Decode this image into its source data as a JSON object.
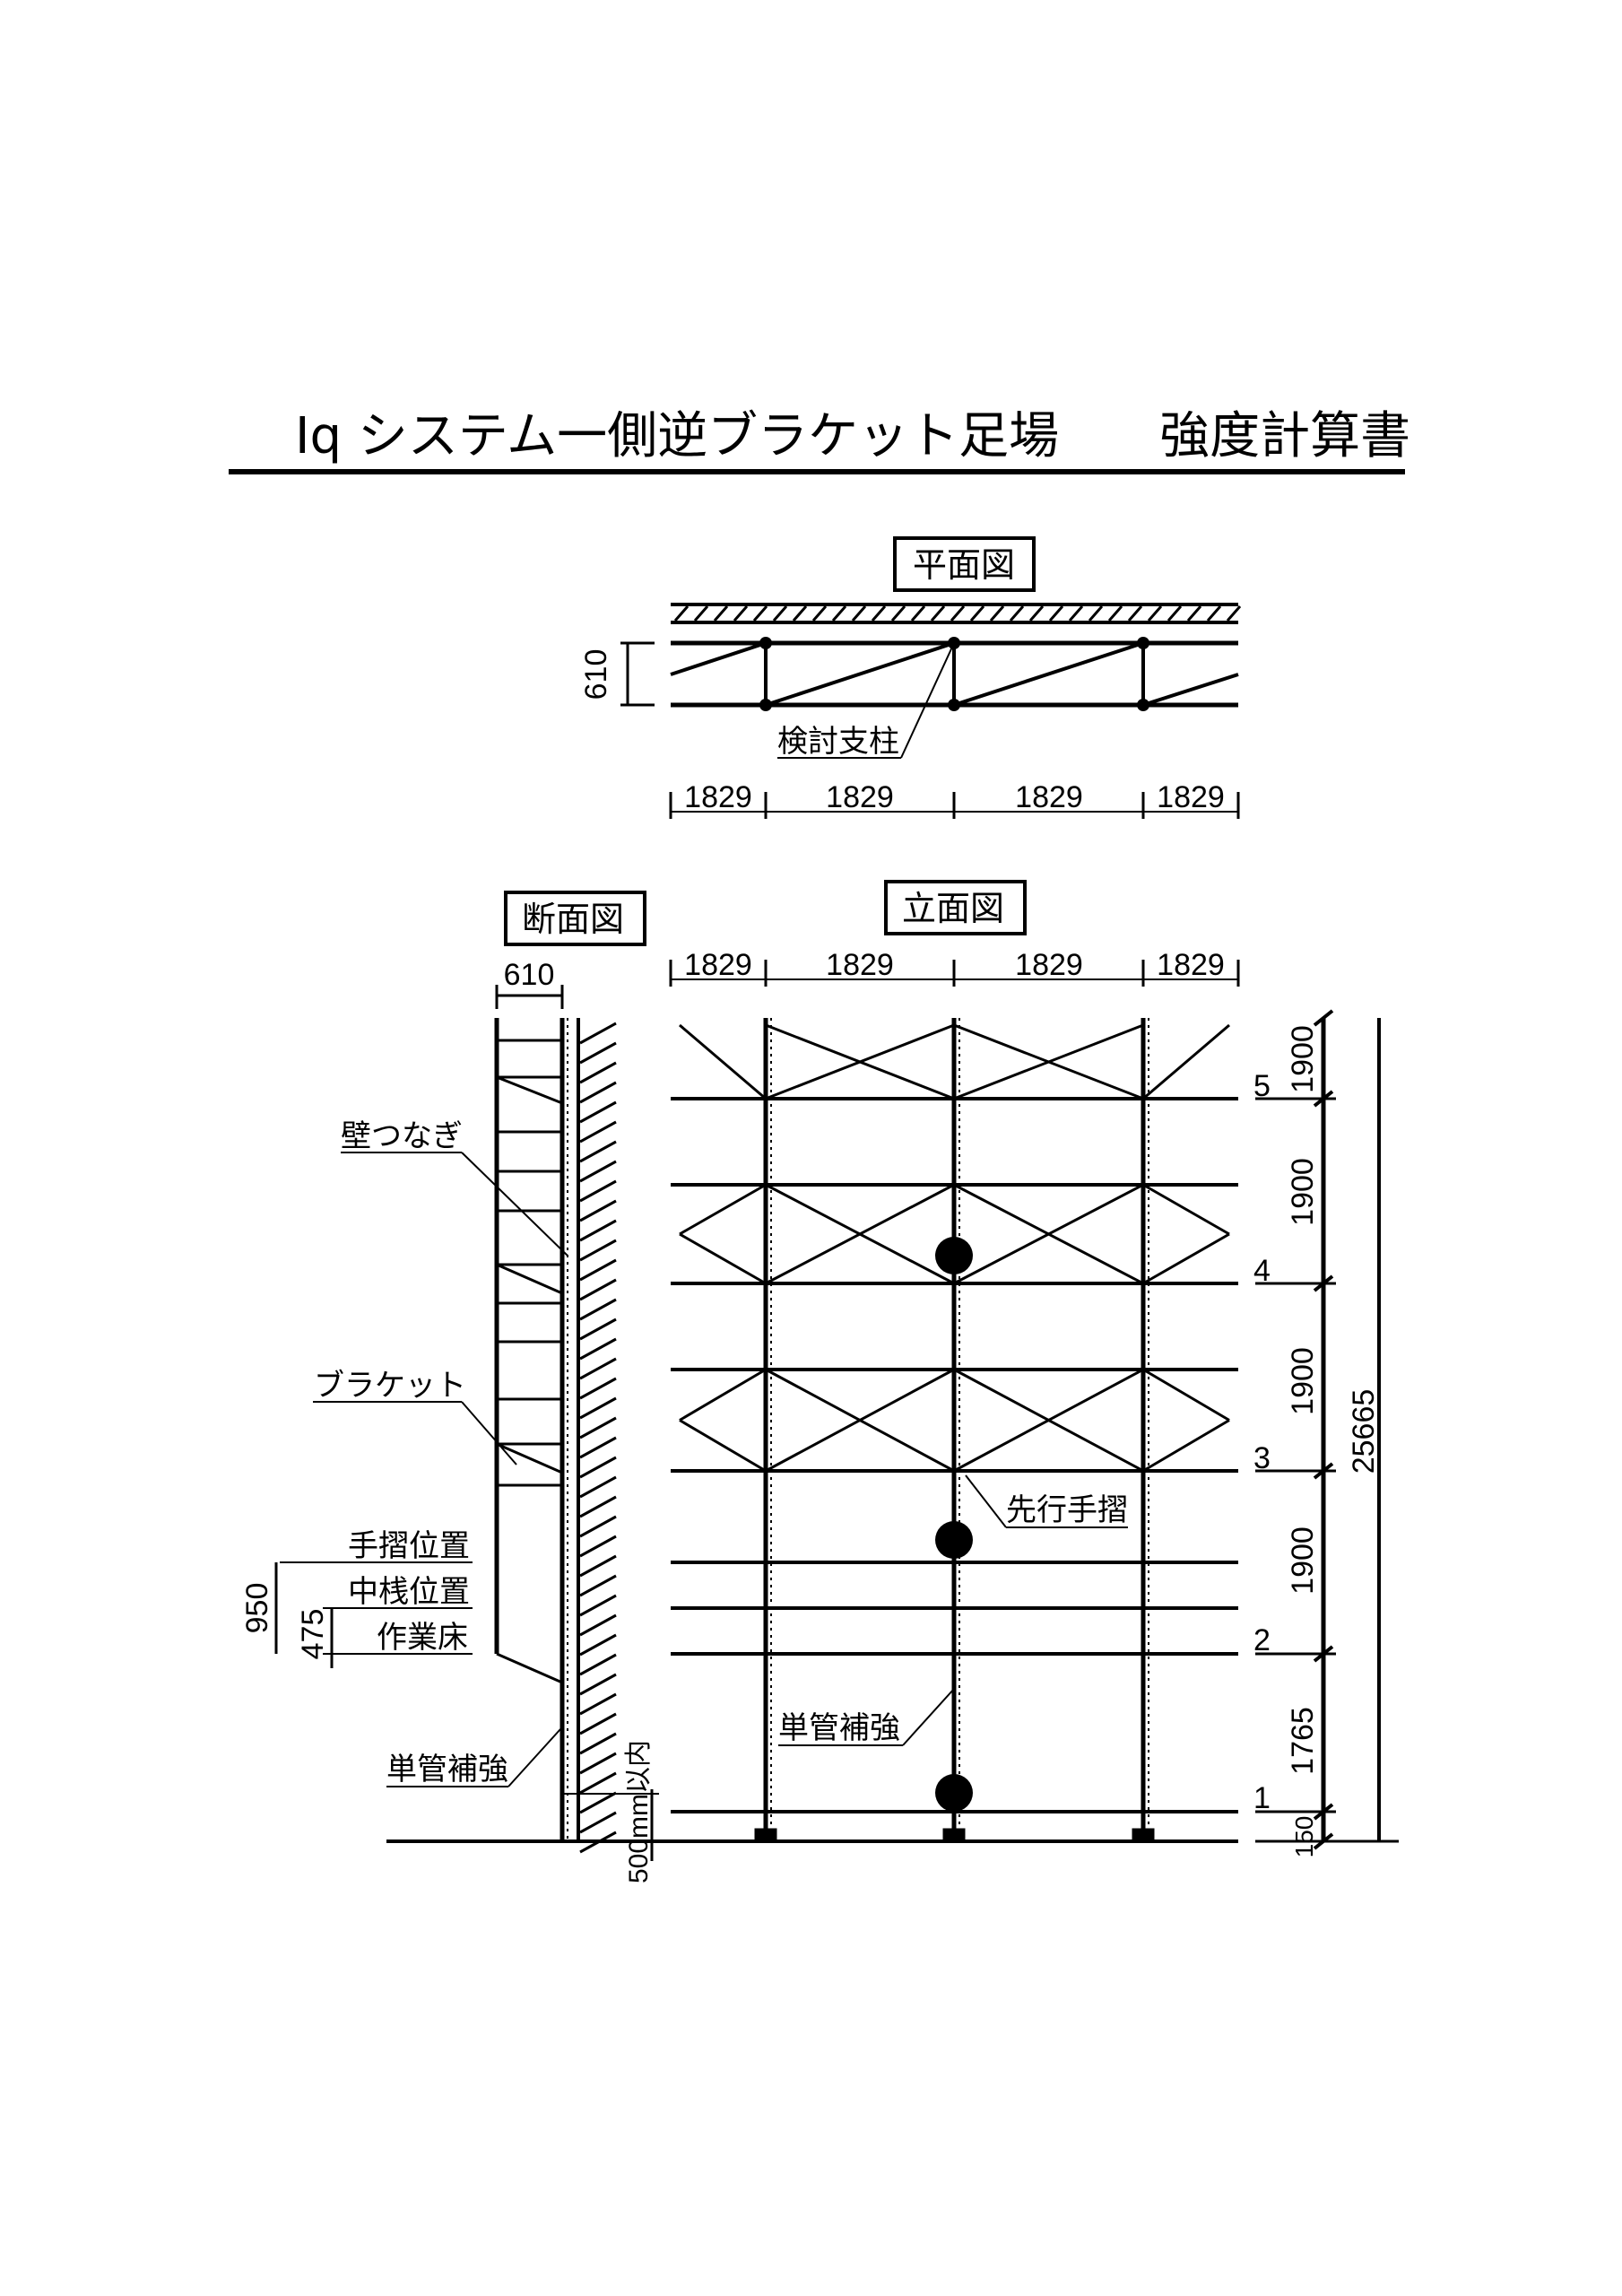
{
  "document": {
    "title": "Iq システム一側逆ブラケット足場　　強度計算書"
  },
  "plan_view": {
    "label": "平面図",
    "depth": "610",
    "post_note": "検討支柱",
    "spans": [
      "1829",
      "1829",
      "1829",
      "1829"
    ]
  },
  "section_view": {
    "label": "断面図",
    "width": "610",
    "wall_tie": "壁つなぎ",
    "bracket": "ブラケット",
    "handrail_position": "手摺位置",
    "midrail_position": "中桟位置",
    "work_floor": "作業床",
    "handrail_height": "950",
    "midrail_height": "475",
    "single_pipe_reinforcement": "単管補強",
    "base_limit": "500mm以内"
  },
  "elevation_view": {
    "label": "立面図",
    "spans": [
      "1829",
      "1829",
      "1829",
      "1829"
    ],
    "advance_handrail": "先行手摺",
    "single_pipe_reinforcement": "単管補強",
    "levels": [
      "5",
      "4",
      "3",
      "2",
      "1"
    ],
    "level_heights": [
      "1900",
      "1900",
      "1900",
      "1900",
      "1765",
      "150"
    ],
    "total_height": "25665"
  }
}
